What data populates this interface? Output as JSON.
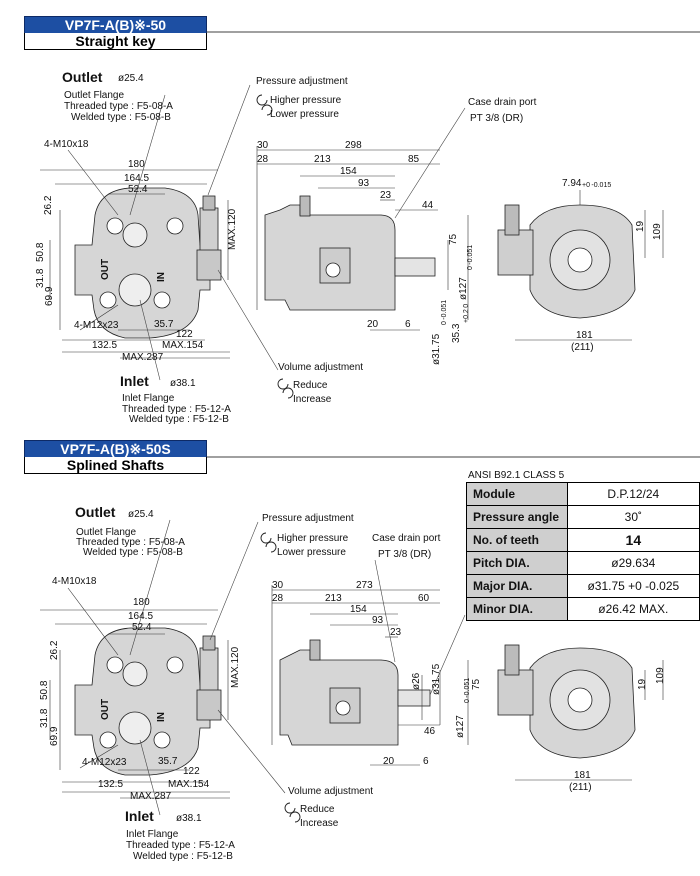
{
  "section1": {
    "model": "VP7F-A(B)※-50",
    "subtitle": "Straight key",
    "outlet_title": "Outlet",
    "outlet_dia": "ø25.4",
    "outlet_flange": "Outlet Flange",
    "outlet_threaded": "Threaded type : F5-08-A",
    "outlet_welded": "Welded type : F5-08-B",
    "inlet_title": "Inlet",
    "inlet_dia": "ø38.1",
    "inlet_flange": "Inlet Flange",
    "inlet_threaded": "Threaded type : F5-12-A",
    "inlet_welded": "Welded type : F5-12-B",
    "pressure_adjust": "Pressure adjustment",
    "higher": "Higher pressure",
    "lower": "Lower pressure",
    "case_drain": "Case drain port",
    "case_drain_val": "PT 3/8 (DR)",
    "volume_adjust": "Volume adjustment",
    "reduce": "Reduce",
    "increase": "Increase",
    "bolt_top": "4-M10x18",
    "bolt_bottom": "4-M12x23",
    "d180": "180",
    "d1645": "164.5",
    "d524": "52.4",
    "d262": "26.2",
    "d508": "50.8",
    "d318": "31.8",
    "d699": "69.9",
    "d357": "35.7",
    "d122": "122",
    "d1325": "132.5",
    "dmax154": "MAX.154",
    "dmax287": "MAX.287",
    "dmax120": "MAX.120",
    "d298": "298",
    "d30": "30",
    "d28": "28",
    "d213": "213",
    "d85": "85",
    "d154": "154",
    "d93": "93",
    "d23": "23",
    "d44": "44",
    "d75": "75",
    "d127": "ø127",
    "d127tol": "0 -0.051",
    "d3175": "ø31.75",
    "d3175tol": "0 -0.051",
    "d353": "35.3",
    "d353tol": "+0.2 0",
    "d20": "20",
    "d6": "6",
    "d794": "7.94",
    "d794tol": "+0 -0.015",
    "d19": "19",
    "d109": "109",
    "d181": "181",
    "d211": "(211)",
    "in_label": "IN",
    "out_label": "OUT"
  },
  "section2": {
    "model": "VP7F-A(B)※-50S",
    "subtitle": "Splined Shafts",
    "outlet_title": "Outlet",
    "outlet_dia": "ø25.4",
    "outlet_flange": "Outlet Flange",
    "outlet_threaded": "Threaded type : F5-08-A",
    "outlet_welded": "Welded type : F5-08-B",
    "inlet_title": "Inlet",
    "inlet_dia": "ø38.1",
    "inlet_flange": "Inlet Flange",
    "inlet_threaded": "Threaded type : F5-12-A",
    "inlet_welded": "Welded type : F5-12-B",
    "pressure_adjust": "Pressure adjustment",
    "higher": "Higher pressure",
    "lower": "Lower pressure",
    "case_drain": "Case drain port",
    "case_drain_val": "PT 3/8 (DR)",
    "volume_adjust": "Volume adjustment",
    "reduce": "Reduce",
    "increase": "Increase",
    "bolt_top": "4-M10x18",
    "bolt_bottom": "4-M12x23",
    "d180": "180",
    "d1645": "164.5",
    "d524": "52.4",
    "d262": "26.2",
    "d508": "50.8",
    "d318": "31.8",
    "d699": "69.9",
    "d357": "35.7",
    "d122": "122",
    "d1325": "132.5",
    "dmax154": "MAX.154",
    "dmax287": "MAX.287",
    "dmax120": "MAX.120",
    "d273": "273",
    "d30": "30",
    "d28": "28",
    "d213": "213",
    "d60": "60",
    "d154": "154",
    "d93": "93",
    "d23": "23",
    "d46": "46",
    "d75": "75",
    "d127": "ø127",
    "d127tol": "0 -0.051",
    "d26": "ø26",
    "d3175": "ø31.75",
    "d20": "20",
    "d6": "6",
    "d19": "19",
    "d109": "109",
    "d181": "181",
    "d211": "(211)",
    "in_label": "IN",
    "out_label": "OUT",
    "ansi": "ANSI  B92.1 CLASS 5",
    "spec_rows": [
      {
        "k": "Module",
        "v": "D.P.12/24"
      },
      {
        "k": "Pressure angle",
        "v": "30˚"
      },
      {
        "k": "No. of teeth",
        "v": "14"
      },
      {
        "k": "Pitch DIA.",
        "v": "ø29.634"
      },
      {
        "k": "Major DIA.",
        "v": "ø31.75 +0 -0.025"
      },
      {
        "k": "Minor DIA.",
        "v": "ø26.42 MAX."
      }
    ]
  }
}
